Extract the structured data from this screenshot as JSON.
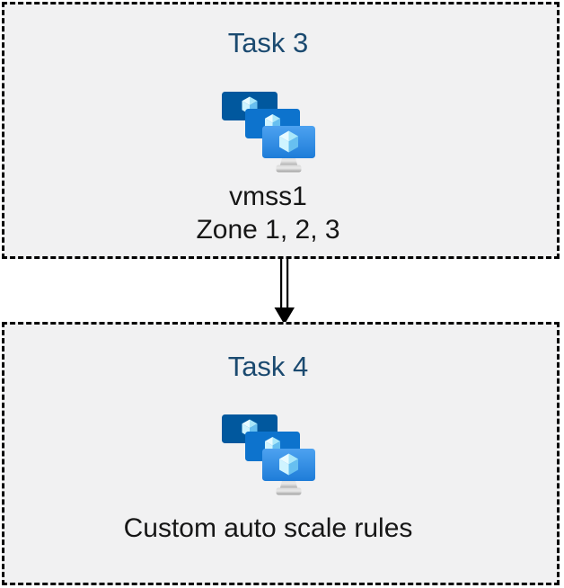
{
  "diagram": {
    "boxes": [
      {
        "title": "Task 3",
        "icon": "virtual-machine-scale-sets-icon",
        "lines": [
          "vmss1",
          "Zone 1, 2, 3"
        ]
      },
      {
        "title": "Task 4",
        "icon": "virtual-machine-scale-sets-icon",
        "lines": [
          "Custom auto scale rules"
        ]
      }
    ],
    "connector": {
      "type": "double-line-arrow",
      "direction": "down"
    },
    "colors": {
      "title_text": "#1B4A70",
      "body_text": "#161616",
      "box_fill": "#F1F1F2",
      "box_border": "#000000",
      "connector": "#000000",
      "monitor_back": "#01589E",
      "monitor_middle": "#0D73CD",
      "monitor_front_gradient_top": "#4DA2F0",
      "monitor_front_gradient_bottom": "#1E7CD8",
      "cube_top_left": "#E9FBFF",
      "cube_top_right": "#A9E7FA",
      "cube_face_left": "#CFF4FF",
      "cube_face_right": "#67BFF0",
      "stand_gradient_top": "#DADADA",
      "stand_gradient_bottom": "#9E9E9E"
    }
  }
}
